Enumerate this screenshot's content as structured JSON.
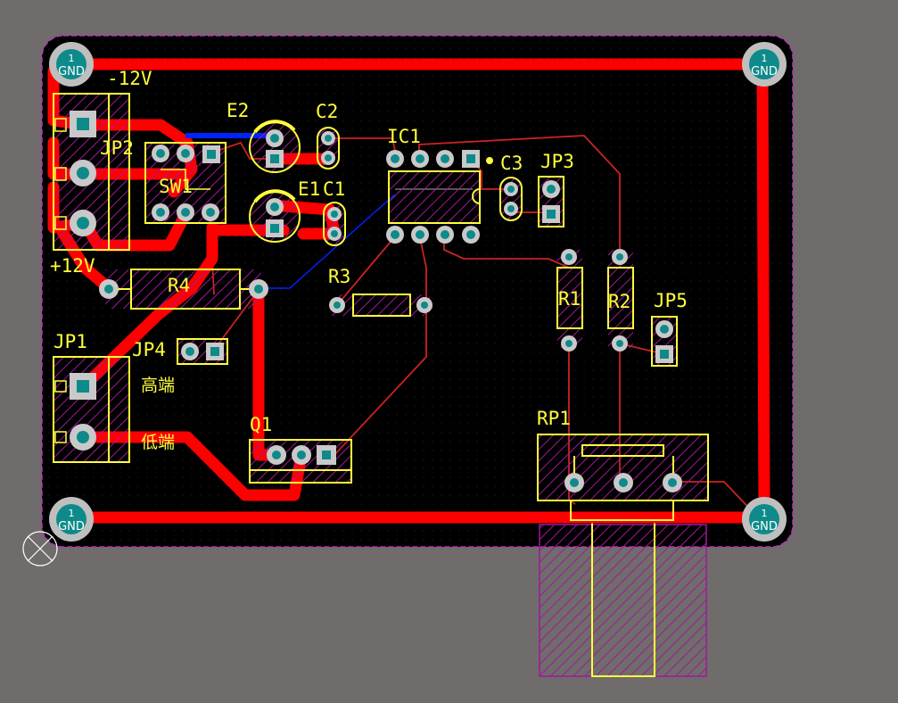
{
  "colors": {
    "background": "#6f6c6b",
    "board": "#000000",
    "outline": "#c02bc0",
    "top_copper": "#ff0000",
    "bottom_copper": "#0022ff",
    "thin_trace": "#cc2222",
    "silkscreen": "#ffff3c",
    "pad": "#0e8a8a",
    "hatch": "#a0189c"
  },
  "mount_holes": [
    {
      "net_number": "1",
      "net_name": "GND"
    },
    {
      "net_number": "1",
      "net_name": "GND"
    },
    {
      "net_number": "1",
      "net_name": "GND"
    },
    {
      "net_number": "1",
      "net_name": "GND"
    }
  ],
  "labels": {
    "minus12v": "-12V",
    "plus12v": "+12V",
    "jp2": "JP2",
    "sw1": "SW1",
    "e2": "E2",
    "c2": "C2",
    "e1": "E1",
    "c1": "C1",
    "ic1": "IC1",
    "c3": "C3",
    "jp3": "JP3",
    "r4": "R4",
    "r3": "R3",
    "r1": "R1",
    "r2": "R2",
    "jp5": "JP5",
    "jp1": "JP1",
    "jp4": "JP4",
    "high_end": "高端",
    "low_end": "低端",
    "q1": "Q1",
    "rp1": "RP1"
  }
}
